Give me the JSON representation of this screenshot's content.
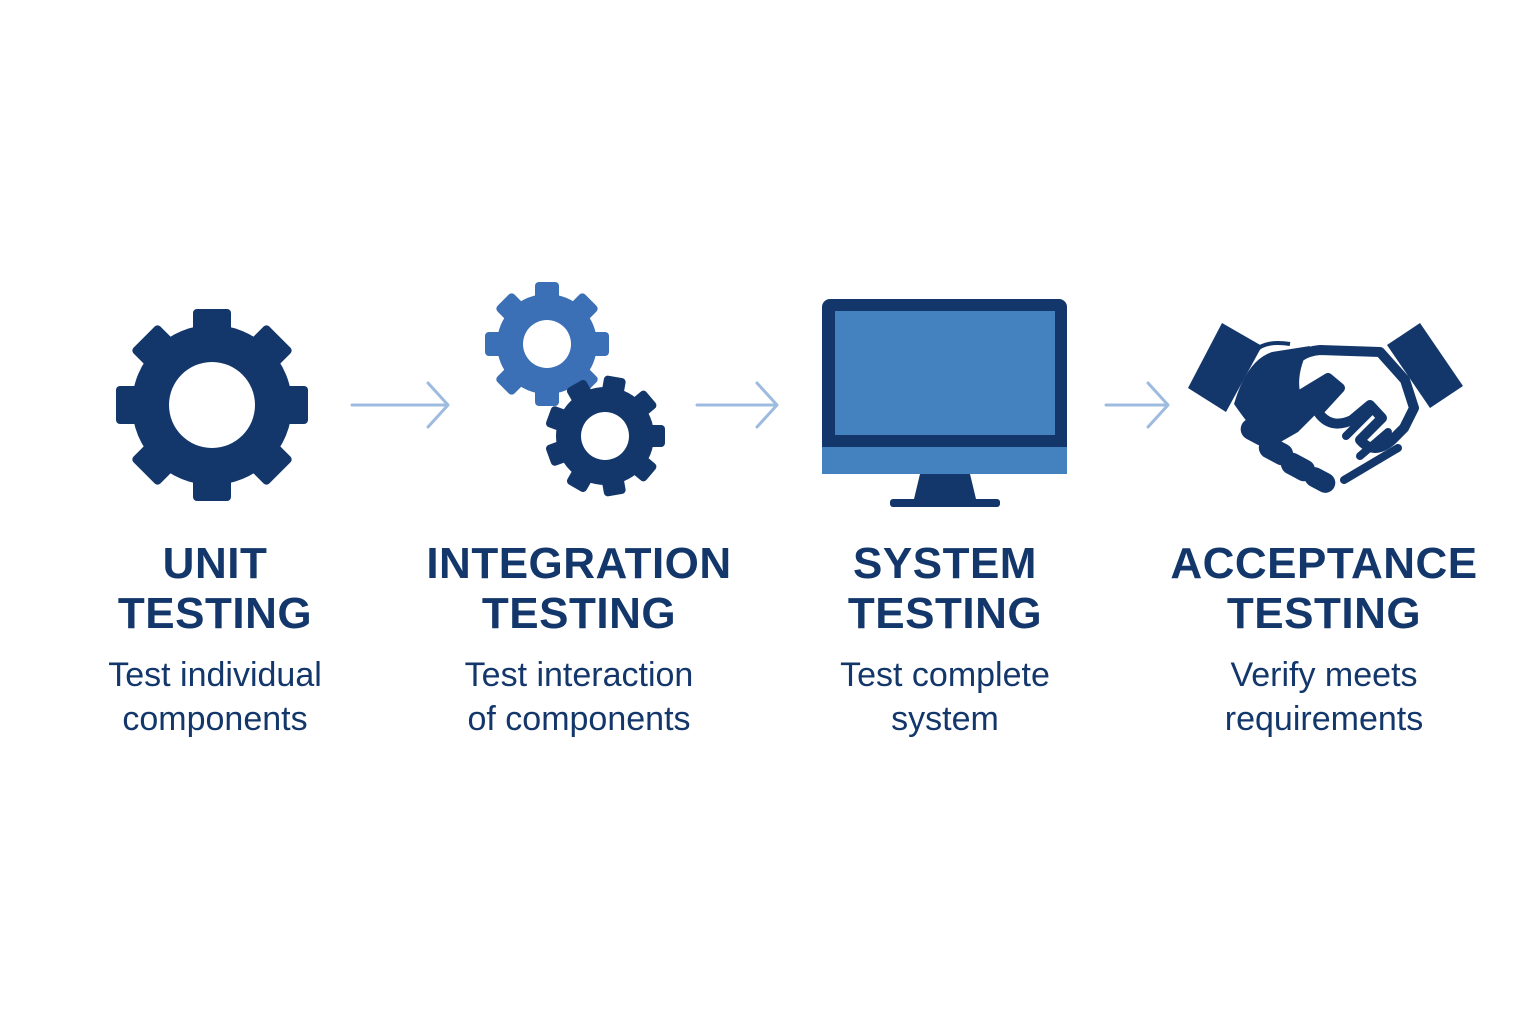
{
  "colors": {
    "dark_blue": "#13376b",
    "mid_blue": "#3b6fb6",
    "screen_blue": "#4481bf",
    "arrow_blue": "#9dbbdf",
    "background": "#ffffff"
  },
  "steps": [
    {
      "icon": "gear-icon",
      "title_line1": "UNIT",
      "title_line2": "TESTING",
      "desc_line1": "Test individual",
      "desc_line2": "components"
    },
    {
      "icon": "gears-icon",
      "title_line1": "INTEGRATION",
      "title_line2": "TESTING",
      "desc_line1": "Test interaction",
      "desc_line2": "of components"
    },
    {
      "icon": "monitor-icon",
      "title_line1": "SYSTEM",
      "title_line2": "TESTING",
      "desc_line1": "Test complete",
      "desc_line2": "system"
    },
    {
      "icon": "handshake-icon",
      "title_line1": "ACCEPTANCE",
      "title_line2": "TESTING",
      "desc_line1": "Verify meets",
      "desc_line2": "requirements"
    }
  ],
  "connectors": [
    {
      "from": "UNIT TESTING",
      "to": "INTEGRATION TESTING",
      "icon": "arrow-right-icon"
    },
    {
      "from": "INTEGRATION TESTING",
      "to": "SYSTEM TESTING",
      "icon": "arrow-right-icon"
    },
    {
      "from": "SYSTEM TESTING",
      "to": "ACCEPTANCE TESTING",
      "icon": "arrow-right-icon"
    }
  ]
}
